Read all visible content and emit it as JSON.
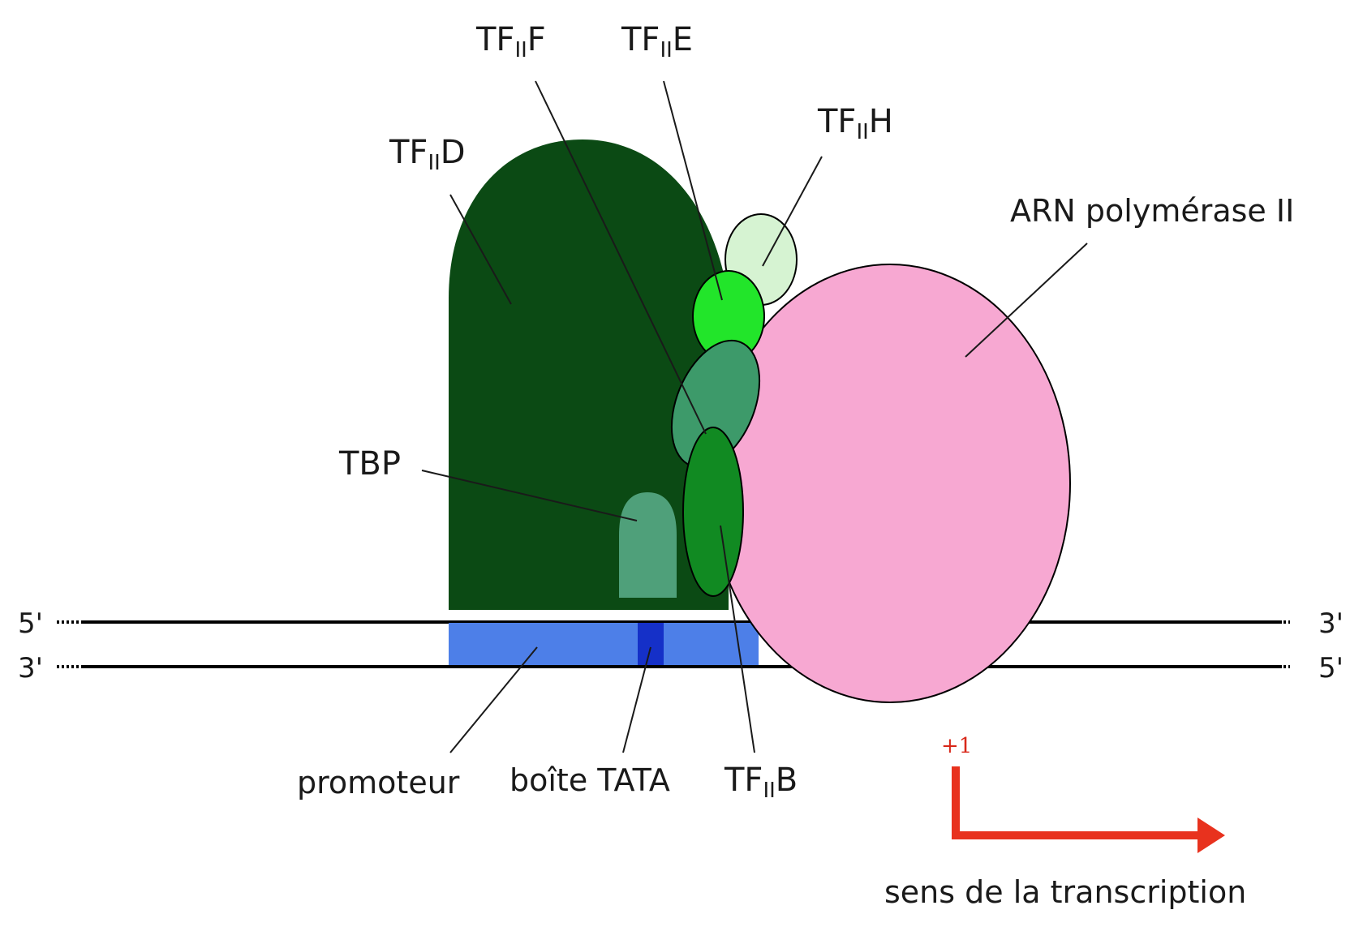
{
  "labels": {
    "tf_prefix": "TF",
    "tf_sub": "II",
    "tfiif_letter": "F",
    "tfiie_letter": "E",
    "tfiih_letter": "H",
    "tfiid_letter": "D",
    "tfiib_letter": "B",
    "tbp": "TBP",
    "rna_pol": "ARN polymérase II",
    "promoter": "promoteur",
    "tata_box": "boîte TATA",
    "plus_one": "+1",
    "direction": "sens de la transcription"
  },
  "strands": {
    "top_left": "5'",
    "top_right": "3'",
    "bottom_left": "3'",
    "bottom_right": "5'"
  },
  "colors": {
    "tfiid": "#0b4a14",
    "tbp": "#4fa07a",
    "tfiif": "#3d9a6a",
    "tfiie": "#22e52a",
    "tfiih": "#d6f3d2",
    "tfiib": "#118a22",
    "rna_pol": "#f7a8d2",
    "promoter": "#4d7fe8",
    "tata": "#1530c8",
    "arrow": "#e8321e"
  }
}
